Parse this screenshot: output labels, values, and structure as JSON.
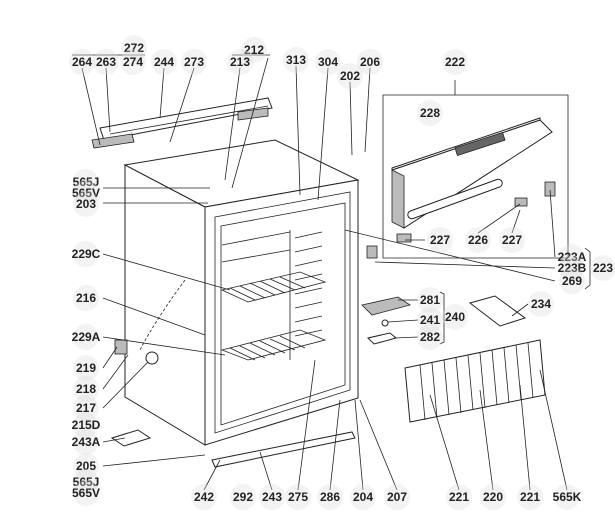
{
  "diagram": {
    "type": "exploded-parts-diagram",
    "labels": [
      "272",
      "264",
      "263",
      "274",
      "244",
      "273",
      "212",
      "213",
      "313",
      "304",
      "206",
      "202",
      "222",
      "228",
      "565J",
      "565V",
      "203",
      "229C",
      "216",
      "229A",
      "219",
      "218",
      "217",
      "215D",
      "243A",
      "205",
      "565J",
      "565V",
      "242",
      "292",
      "243",
      "275",
      "286",
      "204",
      "207",
      "221",
      "220",
      "221",
      "565K",
      "227",
      "226",
      "227",
      "223A",
      "223B",
      "223",
      "269",
      "281",
      "241",
      "240",
      "282",
      "234"
    ]
  }
}
